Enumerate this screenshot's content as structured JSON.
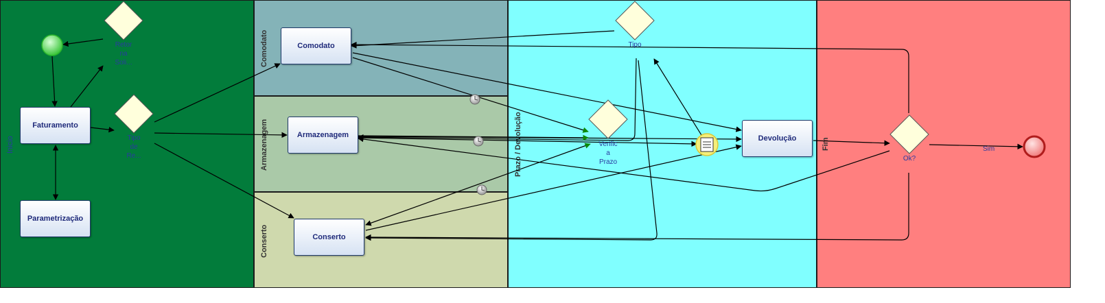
{
  "pools": {
    "inicio": {
      "label": "Inicio",
      "color": "#027c3b"
    },
    "comodato": {
      "label": "Comodato",
      "color": "#84b3b8"
    },
    "armazenagem": {
      "label": "Armazenagem",
      "color": "#aac9a8"
    },
    "conserto": {
      "label": "Conserto",
      "color": "#cfd9ad"
    },
    "prazo": {
      "label": "Prazo / Devolução",
      "color": "#80ffff"
    },
    "fim": {
      "label": "Fim",
      "color": "#ff7f7f"
    }
  },
  "tasks": {
    "faturamento": "Faturamento",
    "parametrizacao": "Parametrização",
    "comodato": "Comodato",
    "armazenagem": "Armazenagem",
    "conserto": "Conserto",
    "devolucao": "Devolução"
  },
  "gateways": {
    "retorno": [
      "Retor",
      "na",
      "Soli..."
    ],
    "tipo_re": [
      "Tipo",
      "de",
      "Re..."
    ],
    "tipo": [
      "Tipo"
    ],
    "verifica_prazo": [
      "Verific",
      "a",
      "Prazo"
    ],
    "ok": [
      "Ok?"
    ]
  },
  "flows": {
    "sim": "Sim"
  }
}
